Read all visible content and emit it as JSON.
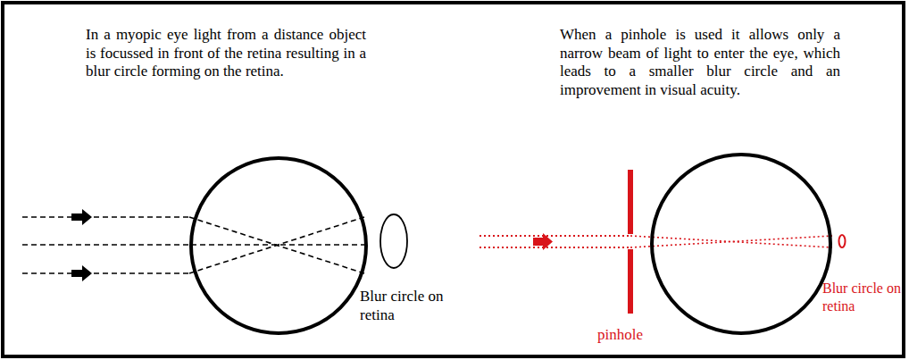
{
  "diagram": {
    "labels": [
      "In a myopic eye light from a distance object is focussed in front of the retina resulting in a blur circle forming on the retina.",
      "When a pinhole is used it allows only a narrow beam of light to enter the eye, which leads to a smaller blur circle and an improvement in visual acuity.",
      "Blur circle on retina",
      "Blur circle on retina",
      "pinhole"
    ]
  }
}
